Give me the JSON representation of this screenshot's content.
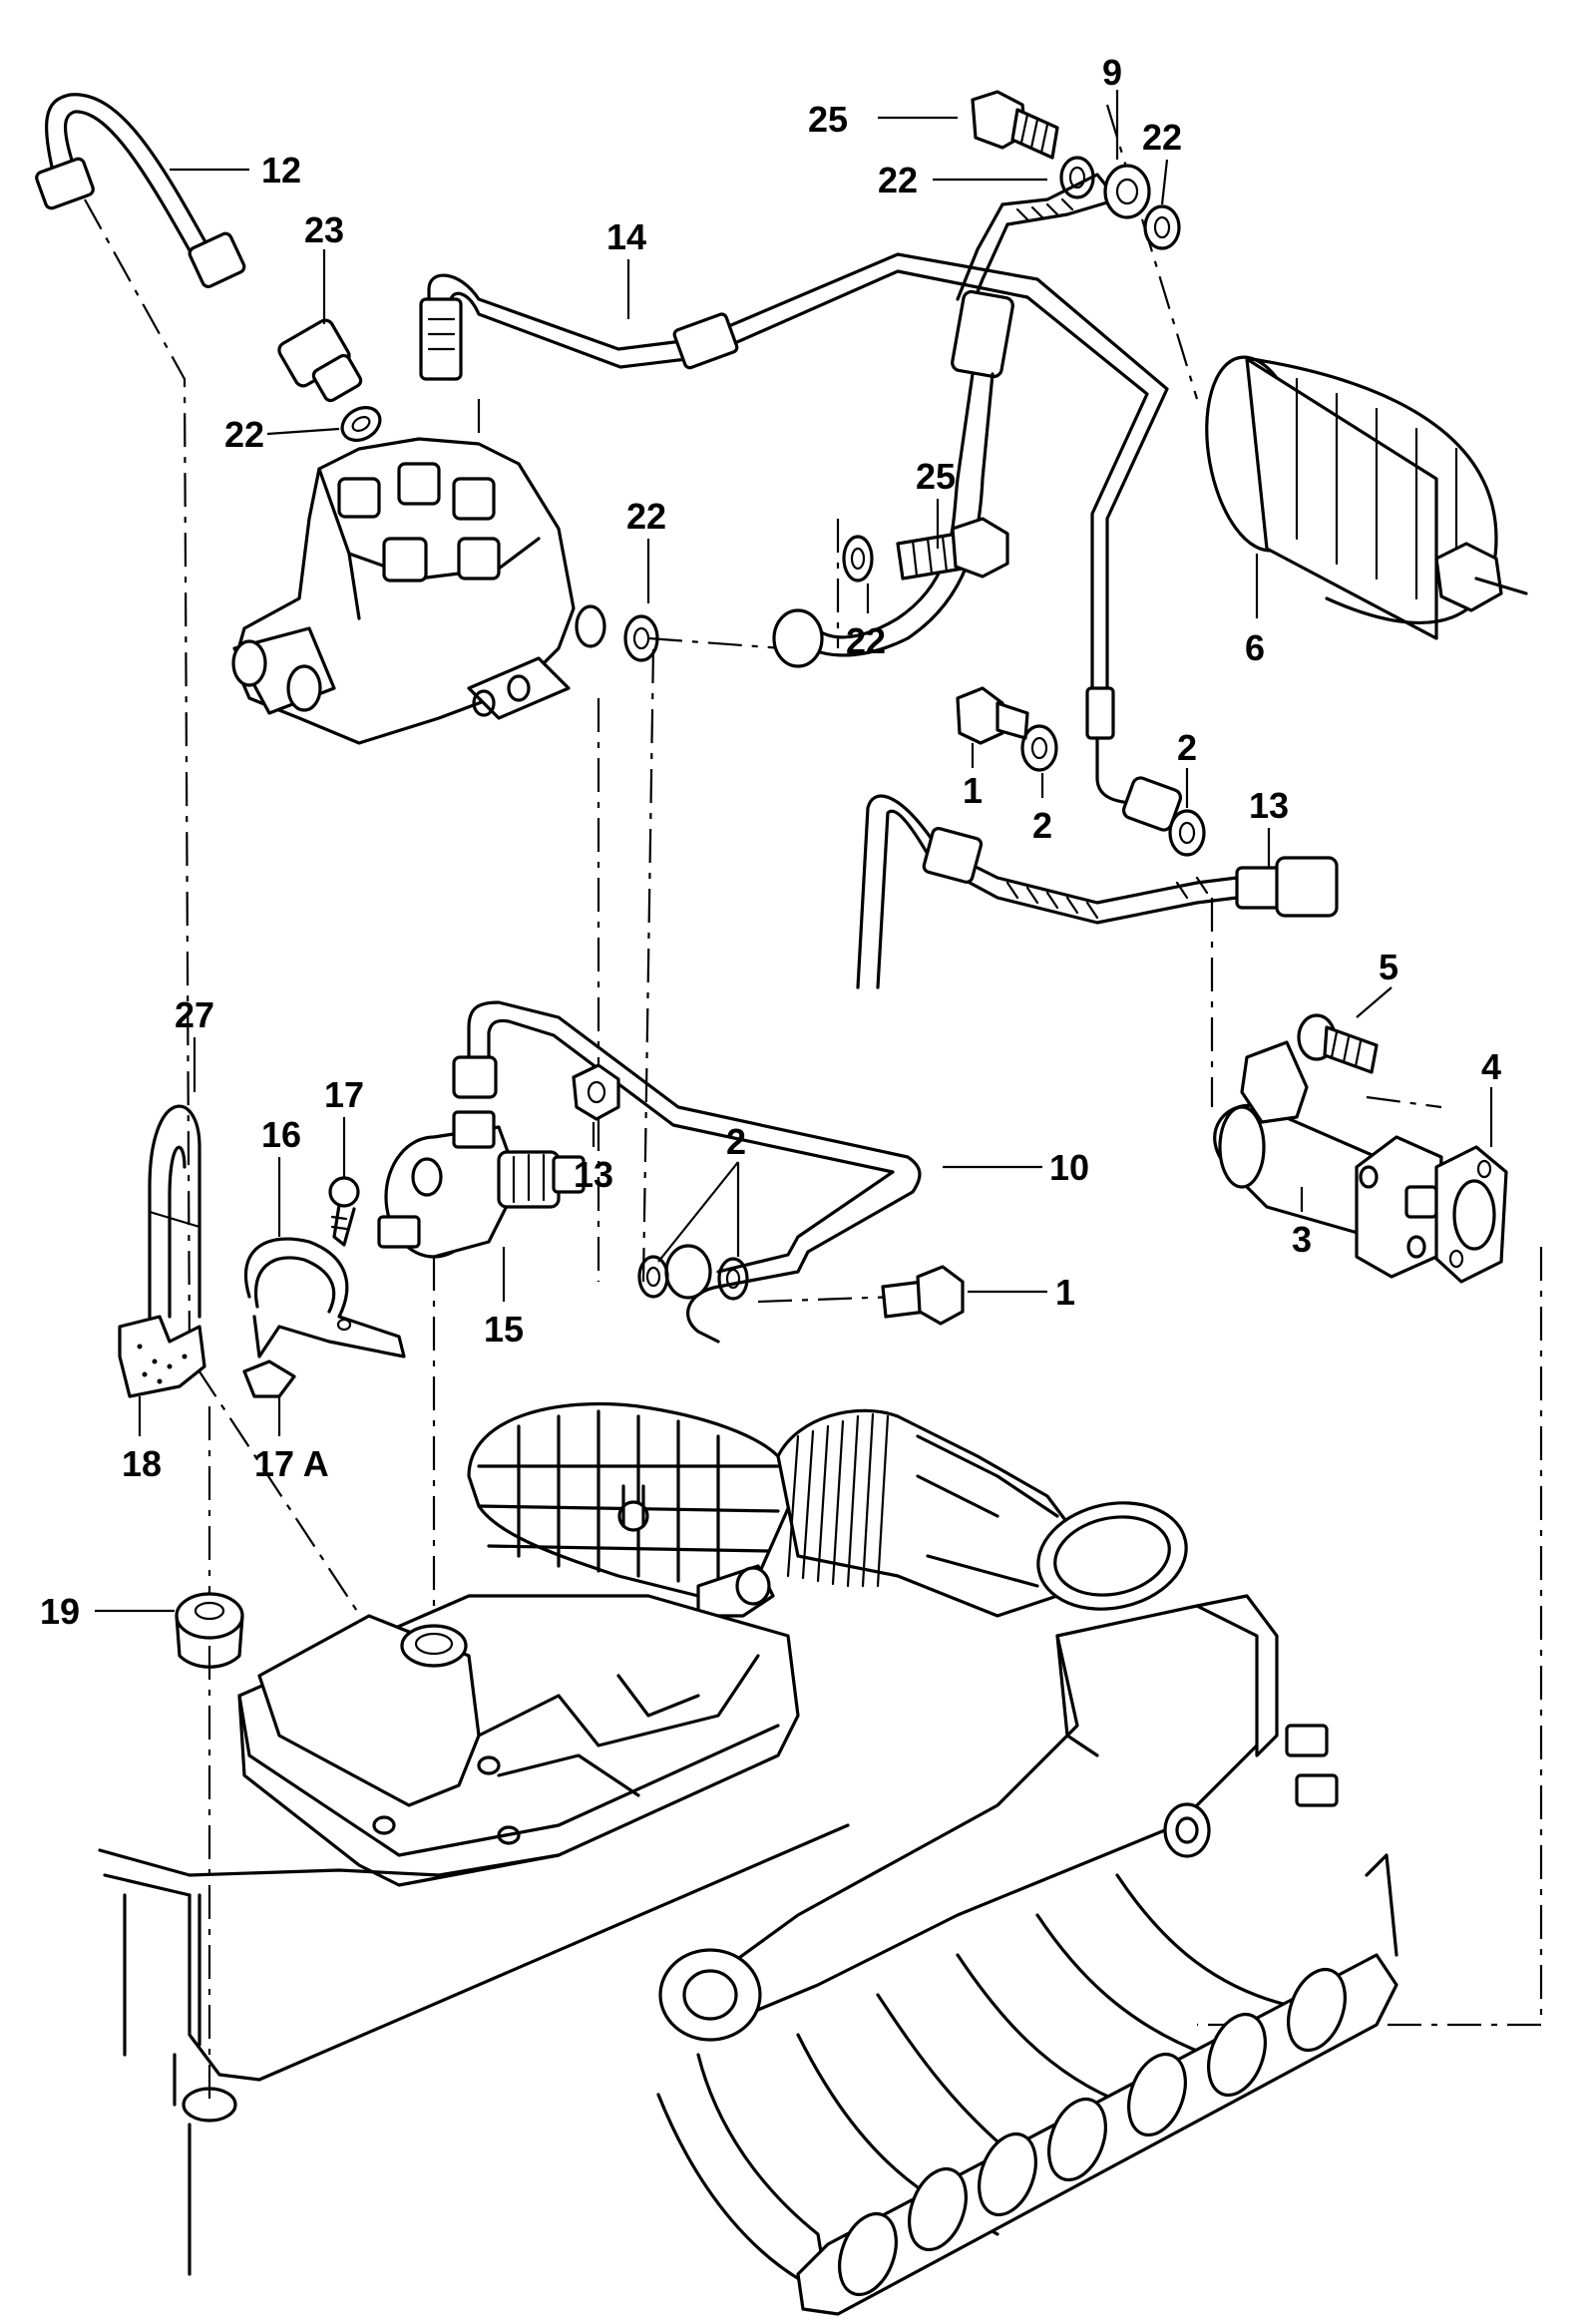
{
  "diagram": {
    "labels": {
      "p1a": "1",
      "p1b": "1",
      "p2a": "2",
      "p2b": "2",
      "p2c": "2",
      "p3": "3",
      "p4": "4",
      "p5": "5",
      "p6": "6",
      "p9": "9",
      "p10": "10",
      "p12": "12",
      "p13a": "13",
      "p13b": "13",
      "p14": "14",
      "p15": "15",
      "p16": "16",
      "p17": "17",
      "p17a": "17 A",
      "p18": "18",
      "p19": "19",
      "p22a": "22",
      "p22b": "22",
      "p22c": "22",
      "p22d": "22",
      "p22e": "22",
      "p23": "23",
      "p25a": "25",
      "p25b": "25",
      "p27": "27"
    }
  }
}
